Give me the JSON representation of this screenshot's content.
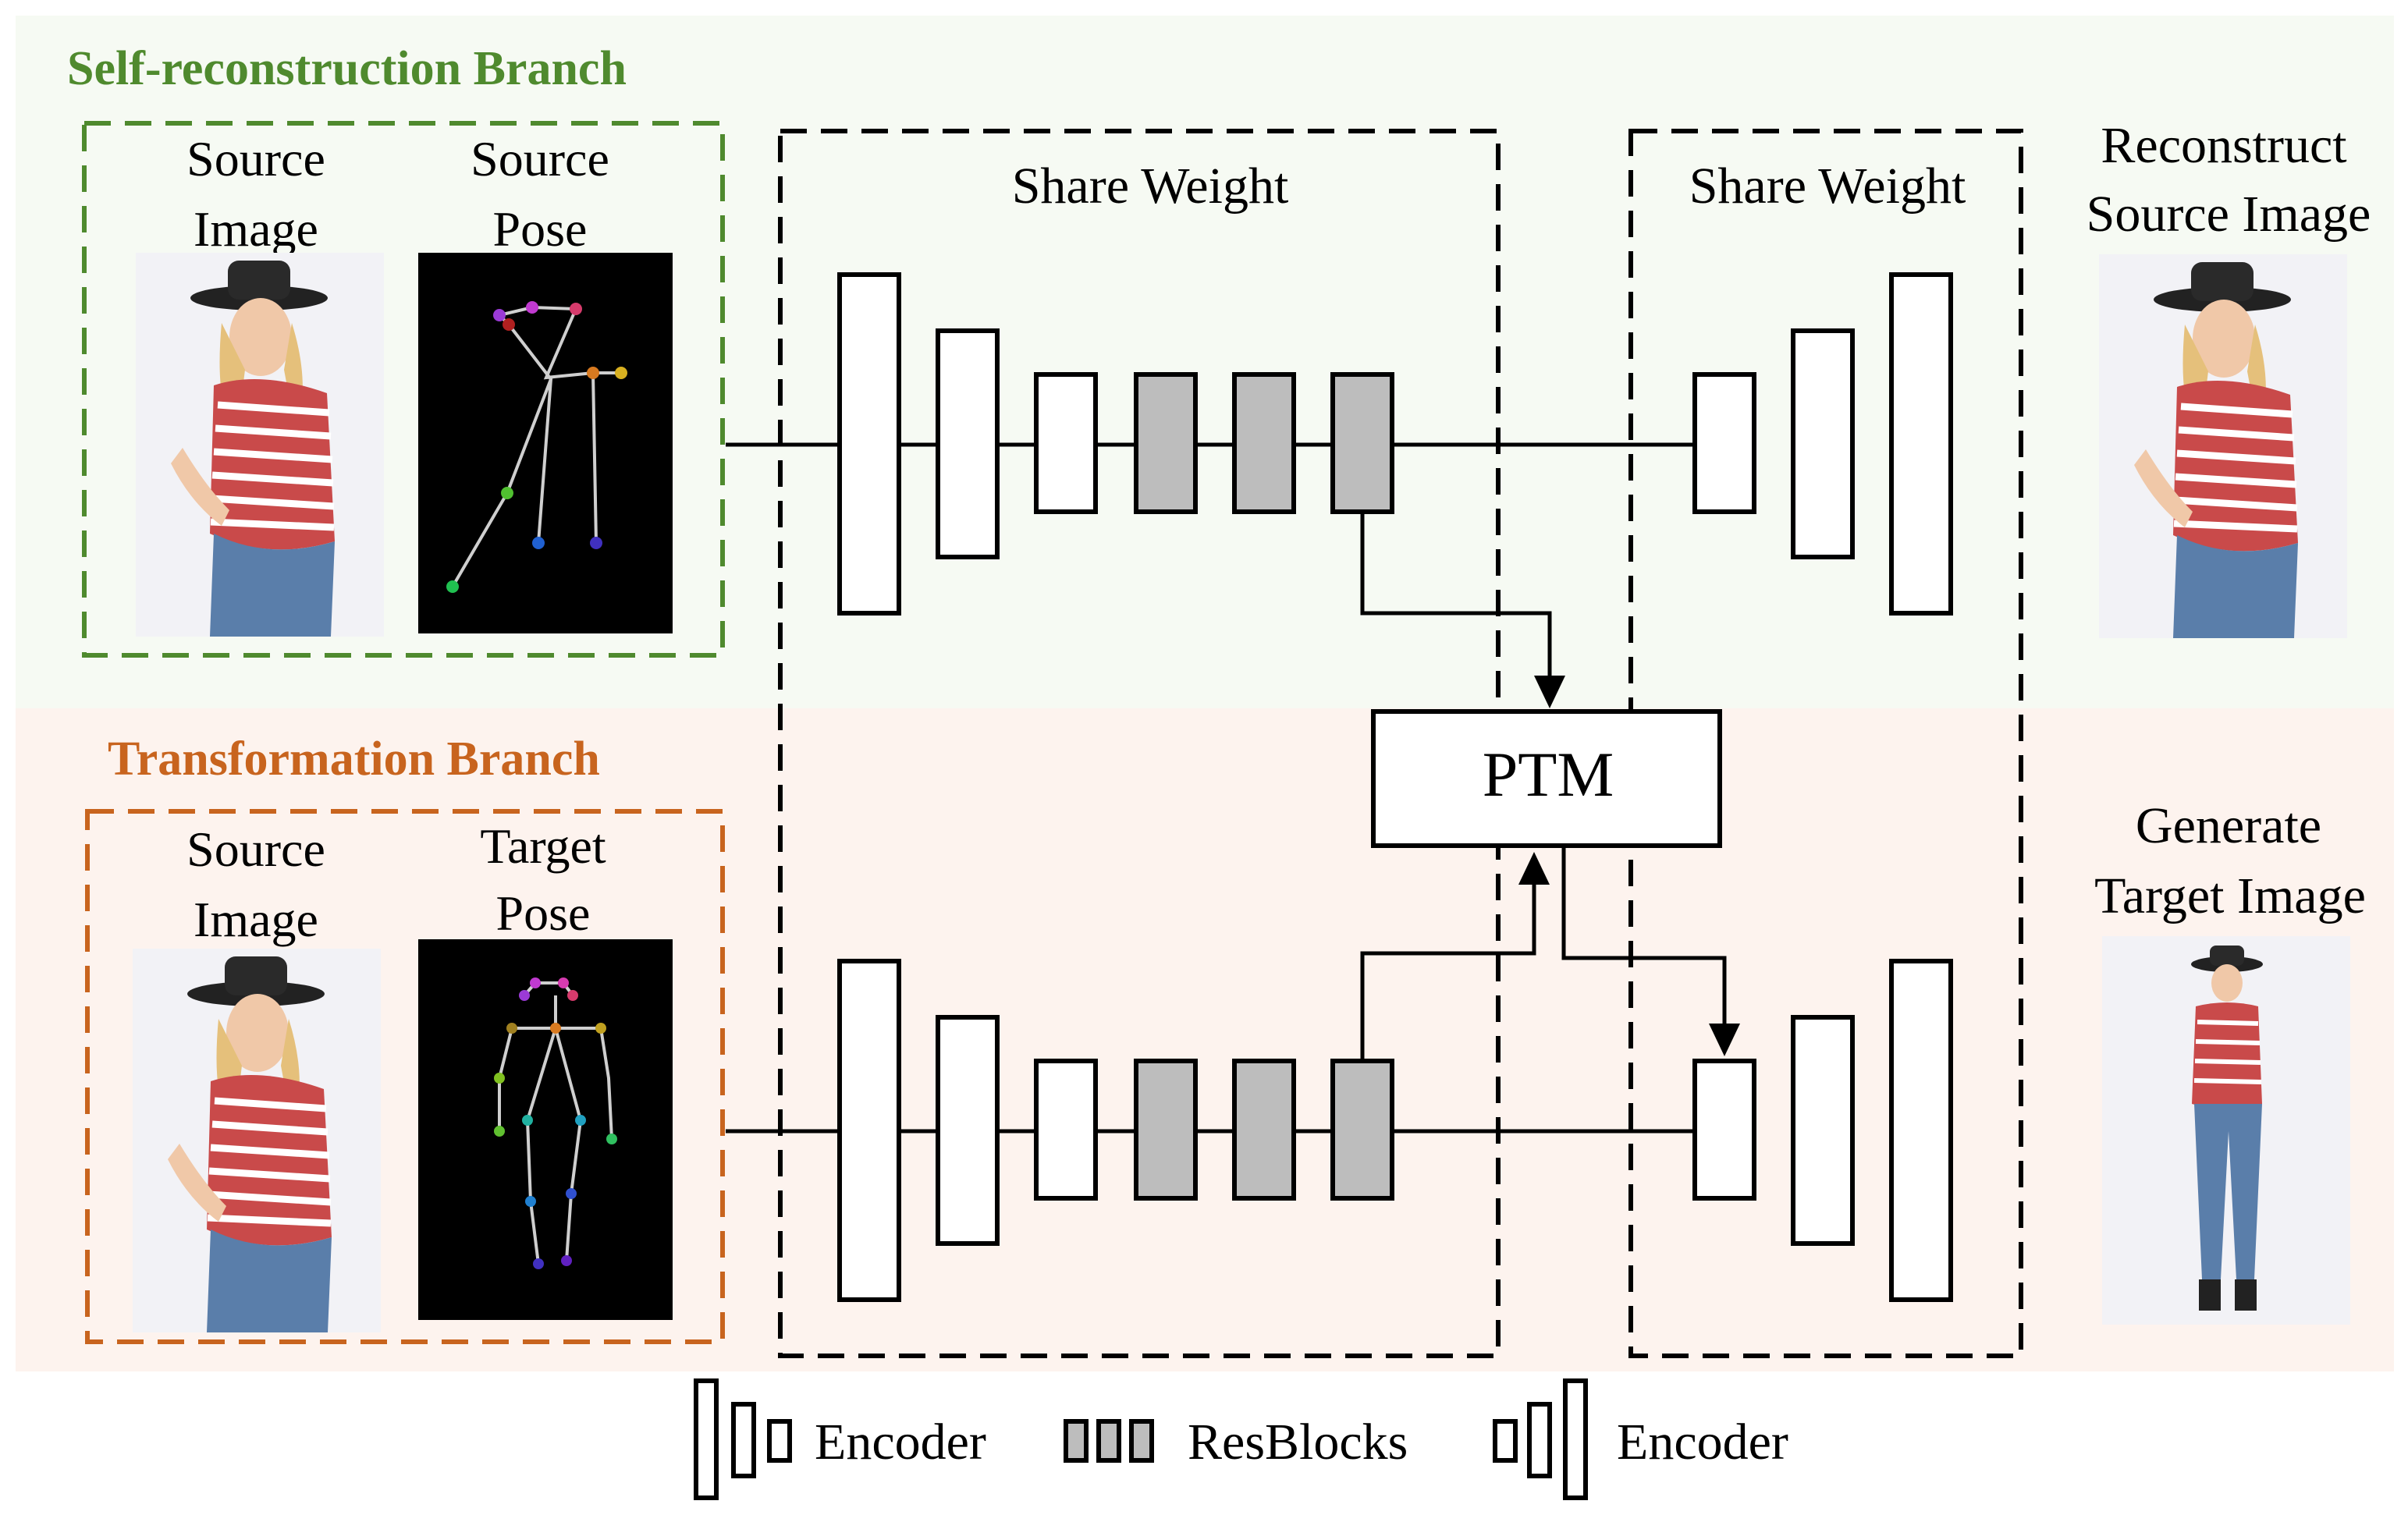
{
  "branches": {
    "self": {
      "title": "Self-reconstruction Branch",
      "color": "#4f8a2e",
      "bg": "#f6faf3",
      "image_label": [
        "Source",
        "Image"
      ],
      "pose_label": [
        "Source",
        "Pose"
      ]
    },
    "trans": {
      "title": "Transformation Branch",
      "color": "#c8641e",
      "bg": "#fdf3ee",
      "image_label": [
        "Source",
        "Image"
      ],
      "pose_label": [
        "Target",
        "Pose"
      ]
    }
  },
  "share_weight": {
    "left": "Share Weight",
    "right": "Share Weight"
  },
  "outputs": {
    "top": [
      "Reconstruct",
      "Source Image"
    ],
    "bottom": [
      "Generate",
      "Target Image"
    ]
  },
  "ptm": {
    "label": "PTM"
  },
  "legend": {
    "encoder": "Encoder",
    "resblocks": "ResBlocks",
    "decoder": "Encoder"
  },
  "colors": {
    "resblock_fill": "#bdbdbd",
    "line": "#000000",
    "pose_bg": "#000000"
  }
}
